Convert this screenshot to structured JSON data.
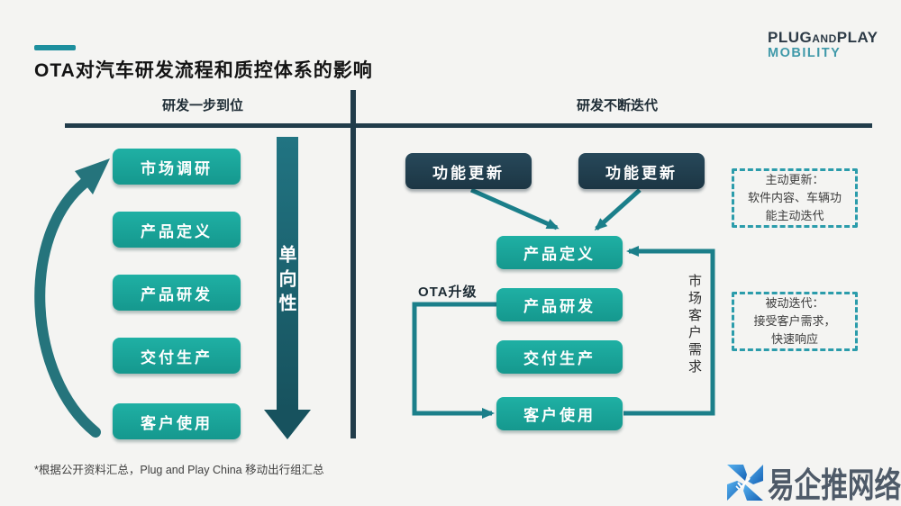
{
  "title": "OTA对汽车研发流程和质控体系的影响",
  "logo": {
    "plug": "PLUG",
    "and": "AND",
    "play": "PLAY",
    "mobility": "MOBILITY"
  },
  "columns": {
    "left": {
      "header": "研发一步到位",
      "steps": [
        "市场调研",
        "产品定义",
        "产品研发",
        "交付生产",
        "客户使用"
      ],
      "arrow_label": "单向性"
    },
    "right": {
      "header": "研发不断迭代",
      "update_boxes": [
        "功能更新",
        "功能更新"
      ],
      "steps": [
        "产品定义",
        "产品研发",
        "交付生产",
        "客户使用"
      ],
      "ota_label": "OTA升级",
      "feedback_label": "市场客户需求",
      "annotations": [
        {
          "lines": [
            "主动更新：",
            "软件内容、车辆功",
            "能主动迭代"
          ]
        },
        {
          "lines": [
            "被动迭代：",
            "接受客户需求，",
            "快速响应"
          ]
        }
      ]
    }
  },
  "footnote": "*根据公开资料汇总，Plug and Play China 移动出行组汇总",
  "watermark": {
    "text": "易企推网络"
  },
  "icons": {
    "curved-return-arrow": "crescent arrow pointing up",
    "one-way-down-arrow": "thick down arrow",
    "watermark-pinwheel": "blue X pinwheel logo"
  },
  "colors": {
    "teal_box": "#19a79c",
    "dark_box": "#203e4c",
    "connector": "#1b7f8a",
    "divider": "#213c4a",
    "dashed_border": "#2b9cab",
    "accent": "#1d8f9e",
    "logo_dark": "#2c3a46",
    "logo_teal": "#3f99a9",
    "watermark_blue": "#2f7fd0"
  }
}
